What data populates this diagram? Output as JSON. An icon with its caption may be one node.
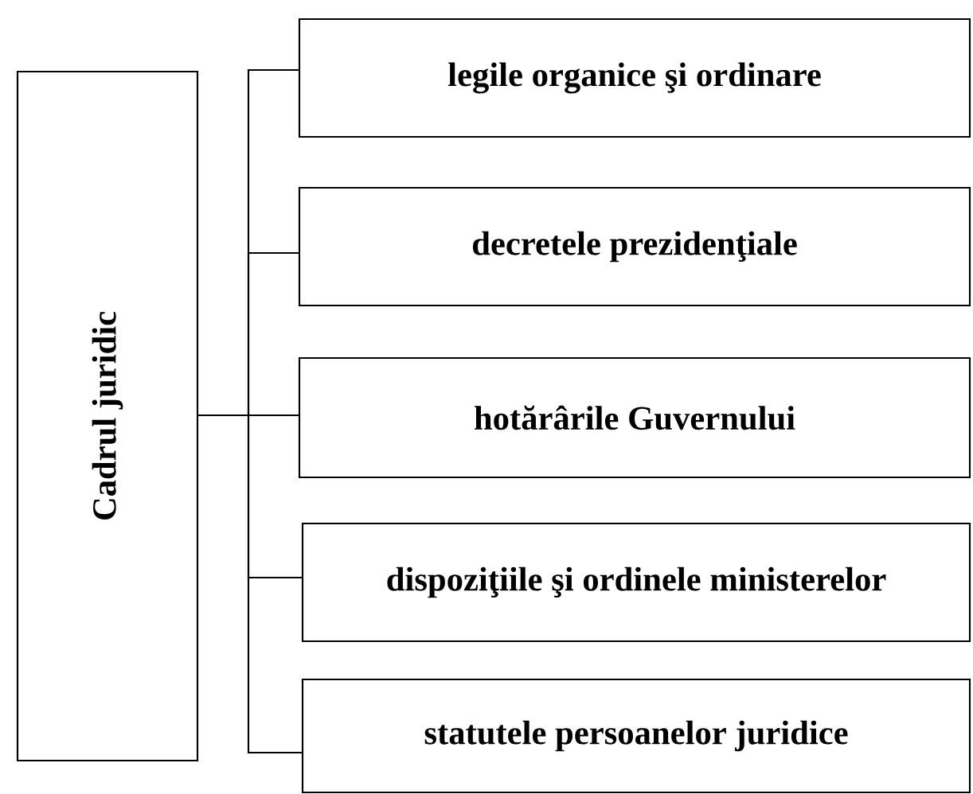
{
  "diagram": {
    "nodes": [
      {
        "text": [
          "Cadrul juridic"
        ]
      },
      {
        "text": [
          "legile organice şi ordinare"
        ]
      },
      {
        "text": [
          "decretele prezidenţiale"
        ]
      },
      {
        "text": [
          "hotărârile Guvernului"
        ]
      },
      {
        "text": [
          "dispoziţiile şi ordinele ministerelor"
        ]
      },
      {
        "text": [
          "statutele persoanelor juridice"
        ]
      }
    ],
    "edges": [
      {
        "from": 0,
        "to": 1,
        "arrow": "none"
      },
      {
        "from": 0,
        "to": 2,
        "arrow": "none"
      },
      {
        "from": 0,
        "to": 3,
        "arrow": "none"
      },
      {
        "from": 0,
        "to": 4,
        "arrow": "none"
      },
      {
        "from": 0,
        "to": 5,
        "arrow": "none"
      }
    ]
  }
}
